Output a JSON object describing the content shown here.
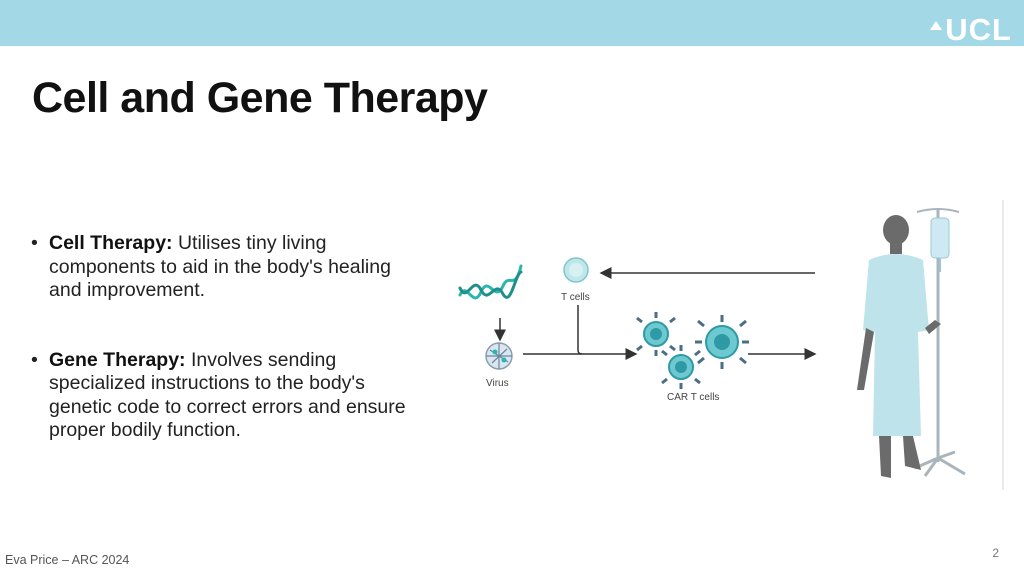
{
  "header": {
    "logo_text": "UCL"
  },
  "slide": {
    "title": "Cell and Gene Therapy",
    "bullets": [
      {
        "term": "Cell Therapy:",
        "text": "Utilises tiny living components to aid in the body's healing and improvement."
      },
      {
        "term": "Gene Therapy:",
        "text": "Involves sending specialized instructions to the body's genetic code to correct errors and ensure proper bodily function."
      }
    ]
  },
  "diagram": {
    "labels": {
      "t_cells": "T cells",
      "virus": "Virus",
      "car_t_cells": "CAR T cells"
    },
    "colors": {
      "cell": "#6cc9cf",
      "cell_dark": "#2f9aa6",
      "receptor": "#4a6e86",
      "dna": "#2bb6b0",
      "gown": "#bfe3ea",
      "skin": "#6b6b6b",
      "arrow": "#333333"
    }
  },
  "footer": {
    "author": "Eva Price – ARC 2024",
    "page_number": "2"
  }
}
